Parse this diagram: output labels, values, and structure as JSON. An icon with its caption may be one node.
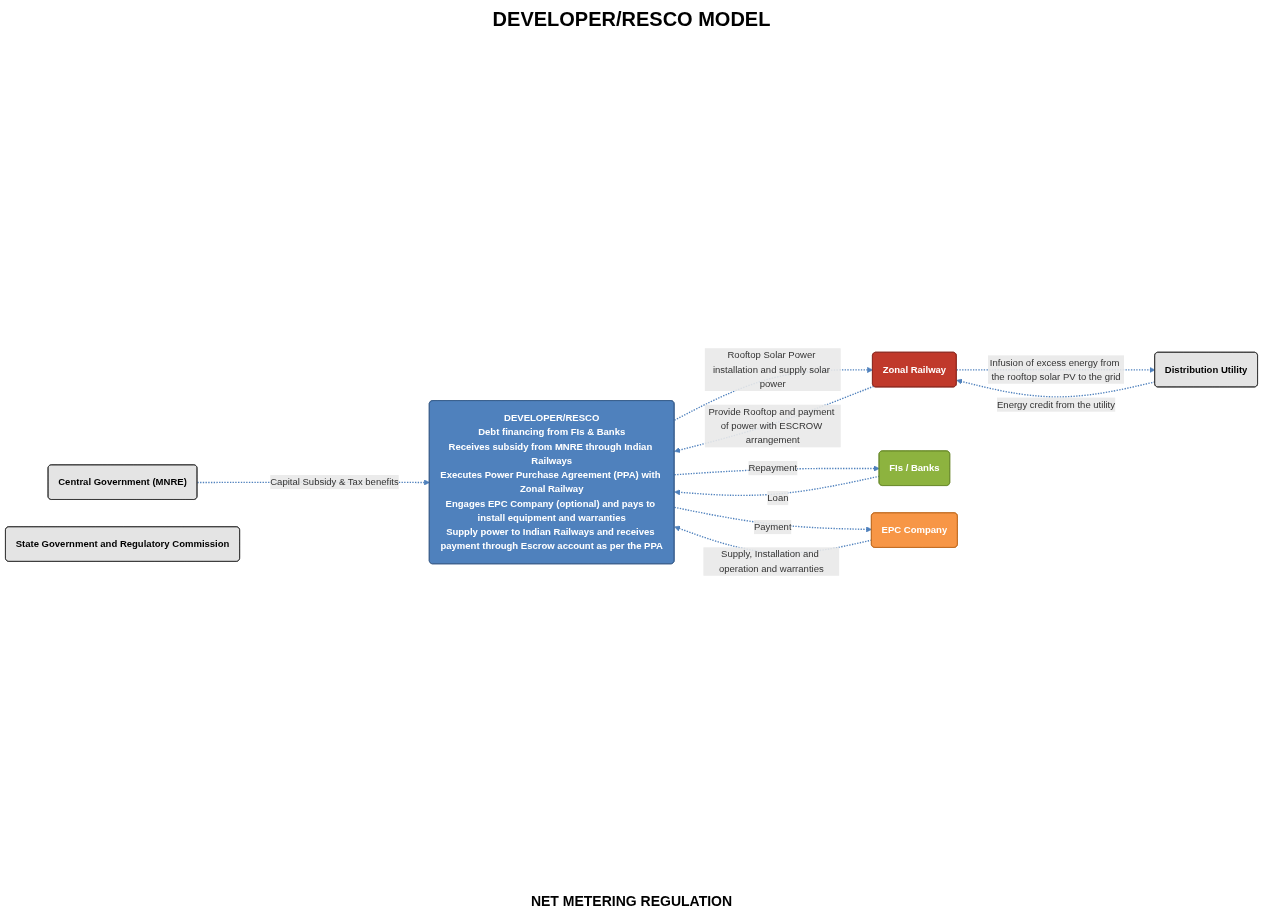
{
  "diagram": {
    "title": "DEVELOPER/RESCO MODEL",
    "nodes": [
      {
        "text": [
          "DEVELOPER/RESCO",
          "Debt financing from FIs & Banks",
          "Receives subsidy from MNRE through Indian Railways",
          "Executes Power Purchase Agreement (PPA) with Zonal Railway",
          "Engages EPC Company (optional) and pays to install equipment and warranties",
          "Supply power to Indian Railways and receives payment through Escrow account as per the PPA"
        ]
      },
      {
        "text": [
          "Zonal Railway"
        ]
      },
      {
        "text": [
          "FIs / Banks"
        ]
      },
      {
        "text": [
          "Central Government (MNRE)"
        ]
      },
      {
        "text": [
          "EPC Company"
        ]
      },
      {
        "text": [
          "Distribution Utility"
        ]
      },
      {
        "text": [
          "State Government and Regulatory Commission"
        ]
      }
    ],
    "edges": [
      {
        "from": 0,
        "to": 1,
        "arrow": "to",
        "style": "dashed",
        "label": "Rooftop Solar Power installation and supply solar power"
      },
      {
        "from": 1,
        "to": 0,
        "arrow": "to",
        "style": "dashed",
        "label": "Provide Rooftop and payment of power with ESCROW arrangement"
      },
      {
        "from": 2,
        "to": 0,
        "arrow": "to",
        "style": "dashed",
        "label": "Loan"
      },
      {
        "from": 0,
        "to": 2,
        "arrow": "to",
        "style": "dashed",
        "label": "Repayment"
      },
      {
        "from": 3,
        "to": 0,
        "arrow": "to",
        "style": "dashed",
        "label": "Capital Subsidy & Tax benefits"
      },
      {
        "from": 4,
        "to": 0,
        "arrow": "to",
        "style": "dashed",
        "label": "Supply, Installation and operation and warranties"
      },
      {
        "from": 0,
        "to": 4,
        "arrow": "to",
        "style": "dashed",
        "label": "Payment"
      },
      {
        "from": 1,
        "to": 5,
        "arrow": "to",
        "style": "dashed",
        "label": "Infusion of excess energy from the rooftop solar PV to the grid"
      },
      {
        "from": 5,
        "to": 1,
        "arrow": "to",
        "style": "dashed",
        "label": "Energy credit from the utility"
      }
    ],
    "labels": [
      "NET METERING REGULATION"
    ]
  }
}
